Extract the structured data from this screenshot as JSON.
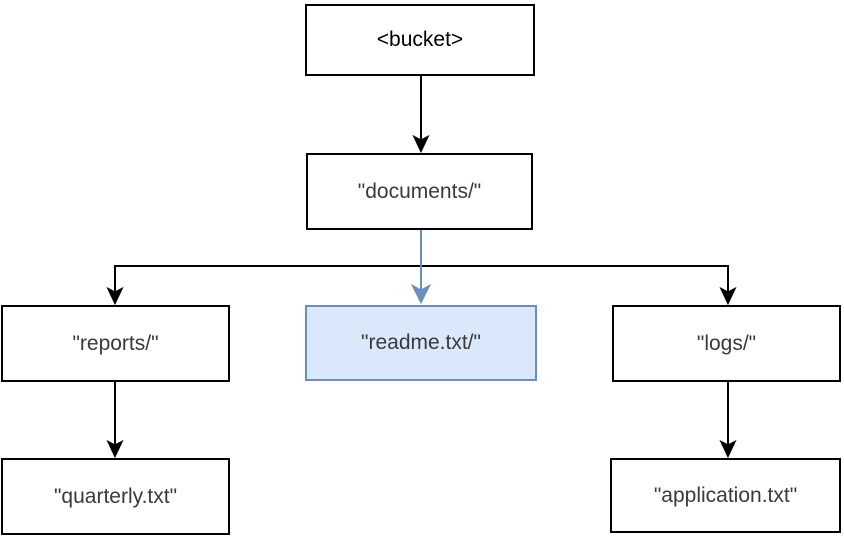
{
  "diagram": {
    "kind": "tree-diagram",
    "description": "S3 bucket key hierarchy diagram with one highlighted node",
    "nodes": {
      "bucket": {
        "label": "<bucket>",
        "highlighted": false
      },
      "documents": {
        "label": "\"documents/\"",
        "highlighted": false
      },
      "reports": {
        "label": "\"reports/\"",
        "highlighted": false
      },
      "readme": {
        "label": "\"readme.txt/\"",
        "highlighted": true
      },
      "logs": {
        "label": "\"logs/\"",
        "highlighted": false
      },
      "quarterly": {
        "label": "\"quarterly.txt\"",
        "highlighted": false
      },
      "application": {
        "label": "\"application.txt\"",
        "highlighted": false
      }
    },
    "edges": [
      {
        "from": "bucket",
        "to": "documents",
        "style": "black-arrow"
      },
      {
        "from": "documents",
        "to": "reports",
        "style": "black-elbow-arrow"
      },
      {
        "from": "documents",
        "to": "readme",
        "style": "blue-arrow"
      },
      {
        "from": "documents",
        "to": "logs",
        "style": "black-elbow-arrow"
      },
      {
        "from": "reports",
        "to": "quarterly",
        "style": "black-arrow"
      },
      {
        "from": "logs",
        "to": "application",
        "style": "black-arrow"
      }
    ],
    "colors": {
      "node_fill": "#ffffff",
      "node_stroke": "#000000",
      "highlight_fill": "#dae8fc",
      "highlight_stroke": "#6c8ebf",
      "arrow": "#000000",
      "highlight_arrow": "#6c8ebf",
      "text": "#3a3a3a",
      "background": "#ffffff"
    }
  }
}
